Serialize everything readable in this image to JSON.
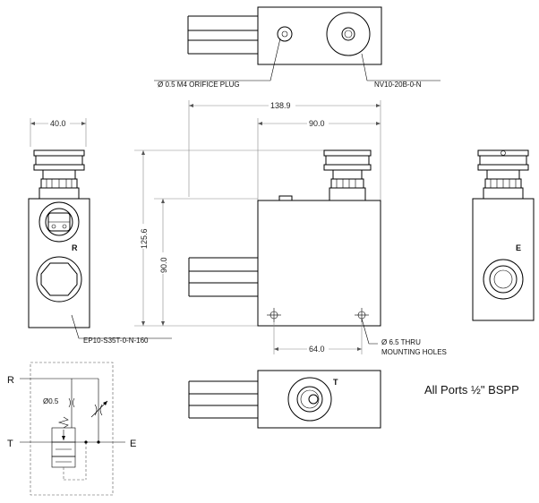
{
  "dimensions": {
    "overall_length": "138.9",
    "body_length": "90.0",
    "side_width": "40.0",
    "overall_height": "125.6",
    "body_height": "90.0",
    "hole_spacing": "64.0"
  },
  "callouts": {
    "orifice_plug": "Ø 0.5 M4 ORIFICE PLUG",
    "needle_valve": "NV10-20B-0-N",
    "cartridge": "EP10-S35T-0-N-160",
    "mounting_holes_line1": "Ø 6.5 THRU",
    "mounting_holes_line2": "MOUNTING HOLES"
  },
  "ports": {
    "r_side": "R",
    "e_side": "E",
    "t_bottom": "T"
  },
  "schematic": {
    "r": "R",
    "t": "T",
    "e": "E",
    "orifice": "Ø0.5"
  },
  "note": "All Ports ½\" BSPP"
}
